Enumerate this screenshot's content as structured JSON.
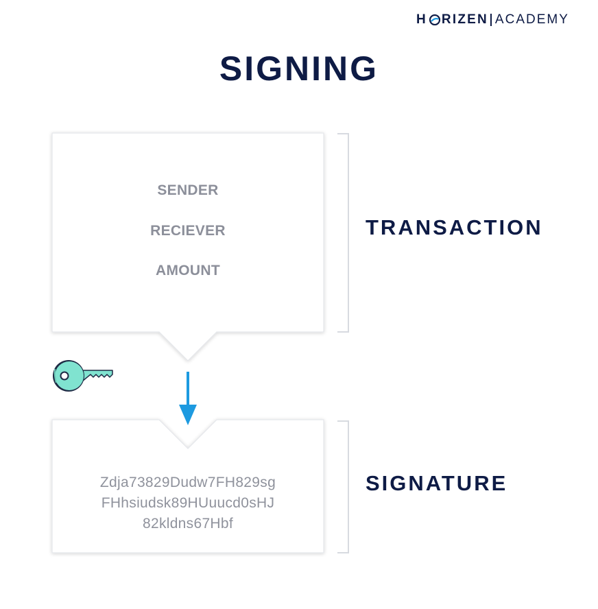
{
  "brand": {
    "prefix": "H",
    "suffix": "RIZEN",
    "academy": "ACADEMY"
  },
  "title": "SIGNING",
  "transaction": {
    "fields": [
      "SENDER",
      "RECIEVER",
      "AMOUNT"
    ],
    "label": "TRANSACTION"
  },
  "signature": {
    "lines": [
      "Zdja73829Dudw7FH829sg",
      "FHhsiudsk89HUuucd0sHJ",
      "82kldns67Hbf"
    ],
    "label": "SIGNATURE"
  },
  "icons": {
    "key": "key-icon",
    "arrow": "arrow-down-icon",
    "logo_mark": "horizen-logo-icon"
  },
  "colors": {
    "navy": "#0e1b45",
    "gray_text": "#8c8f9a",
    "arrow_blue": "#1d9ae0",
    "key_teal": "#80e3d0",
    "key_outline": "#1e2a44",
    "bracket": "#d7dae0"
  }
}
